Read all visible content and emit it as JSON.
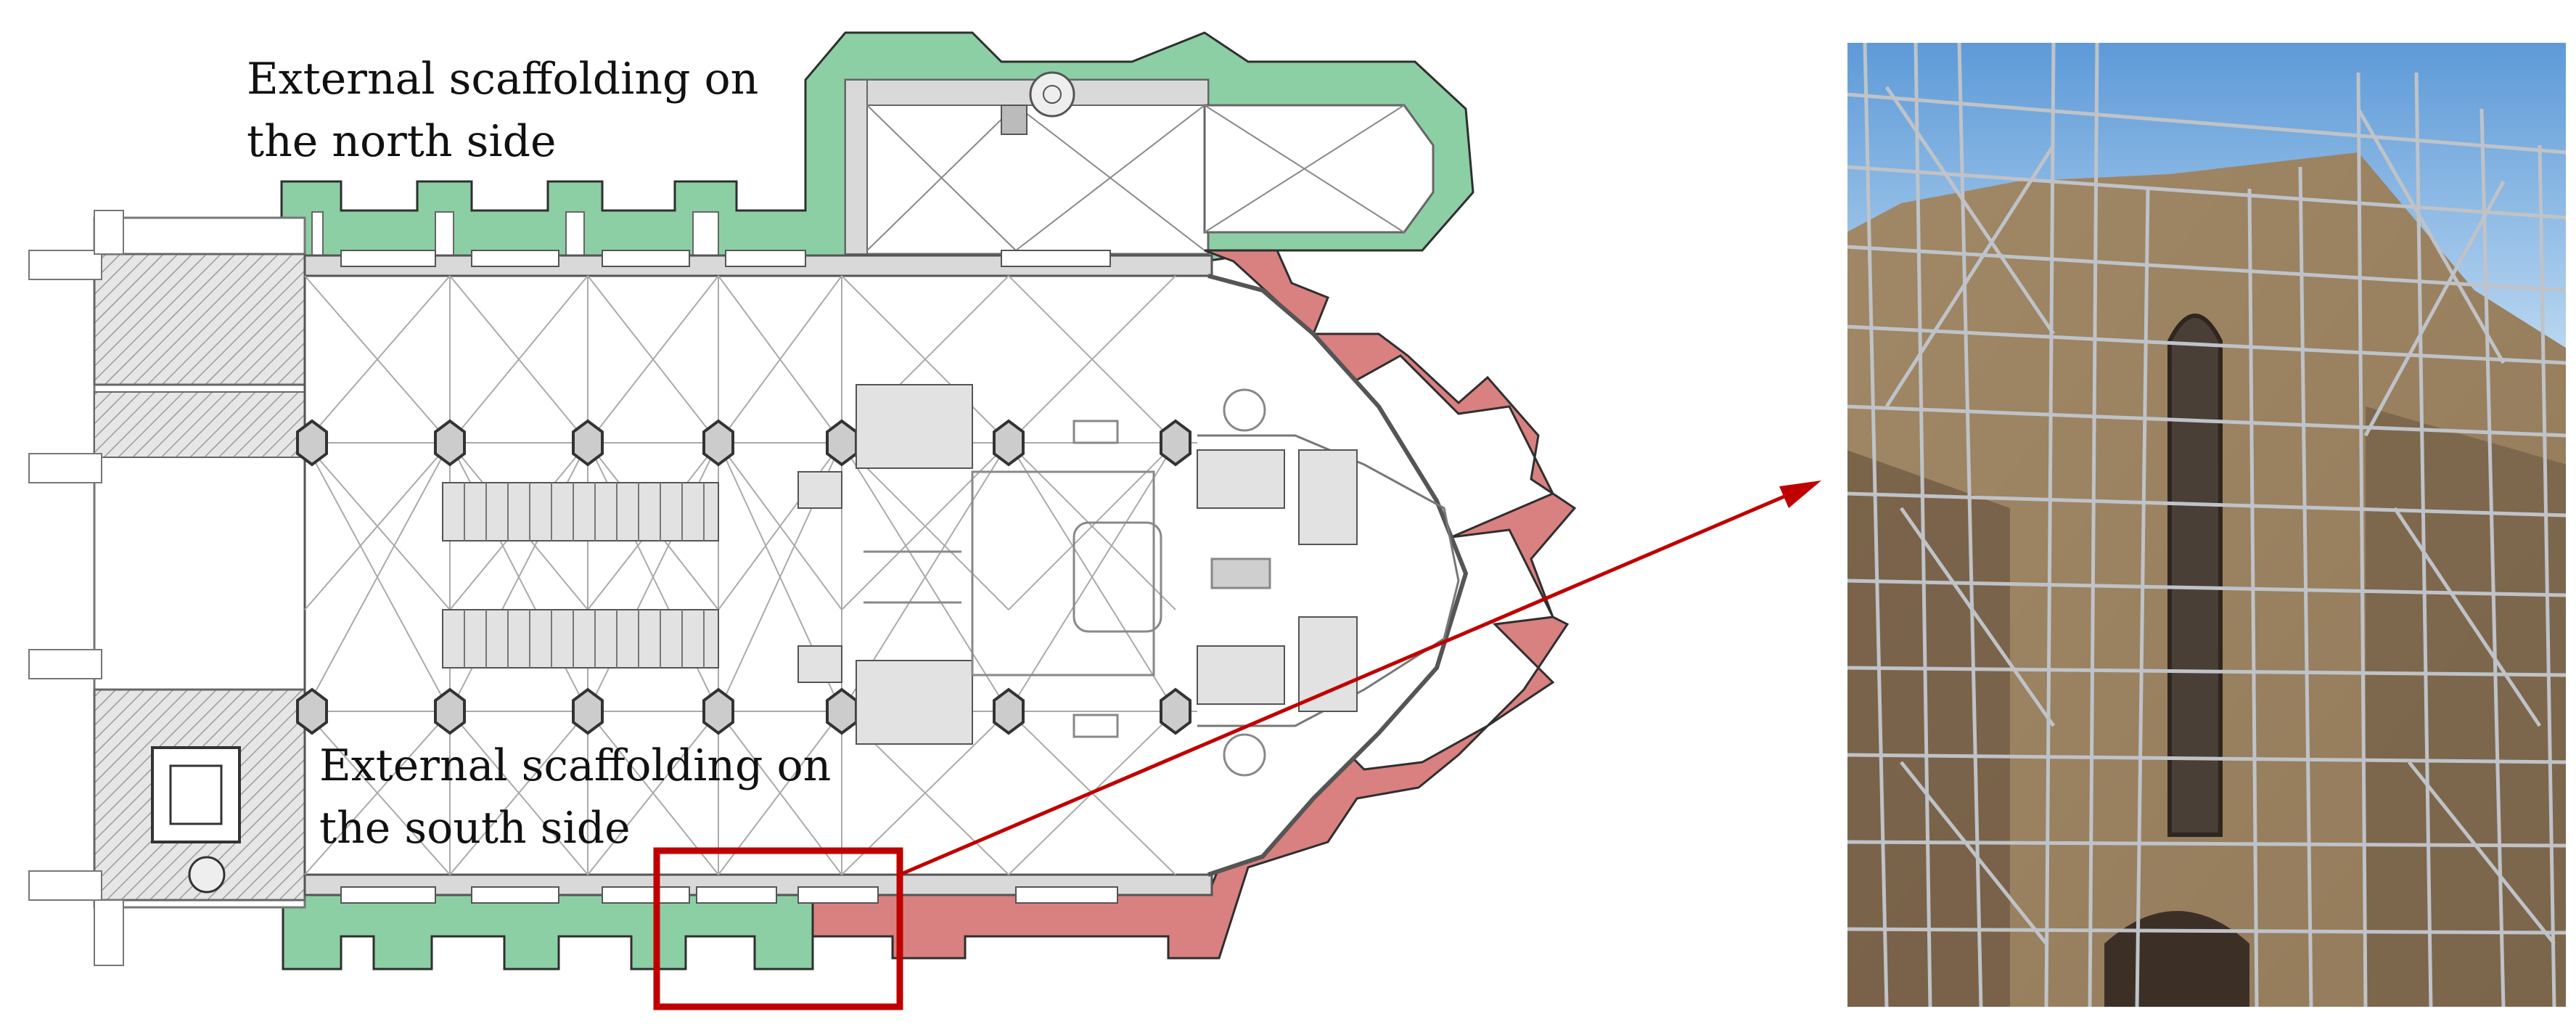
{
  "labels": {
    "north_line1": "External scaffolding on",
    "north_line2": "the north side",
    "south_line1": "External scaffolding on",
    "south_line2": "the south side"
  },
  "colors": {
    "north_scaffold_fill": "#8ccfa4",
    "south_scaffold_fill": "#d98080",
    "highlight_frame": "#c00000",
    "arrow": "#c00000",
    "plan_line": "#555555",
    "wall_fill": "#d9d9d9",
    "sky": "#7fb2e6",
    "stone": "#a08660"
  },
  "icons": {
    "arrow": "arrow-right-icon"
  }
}
